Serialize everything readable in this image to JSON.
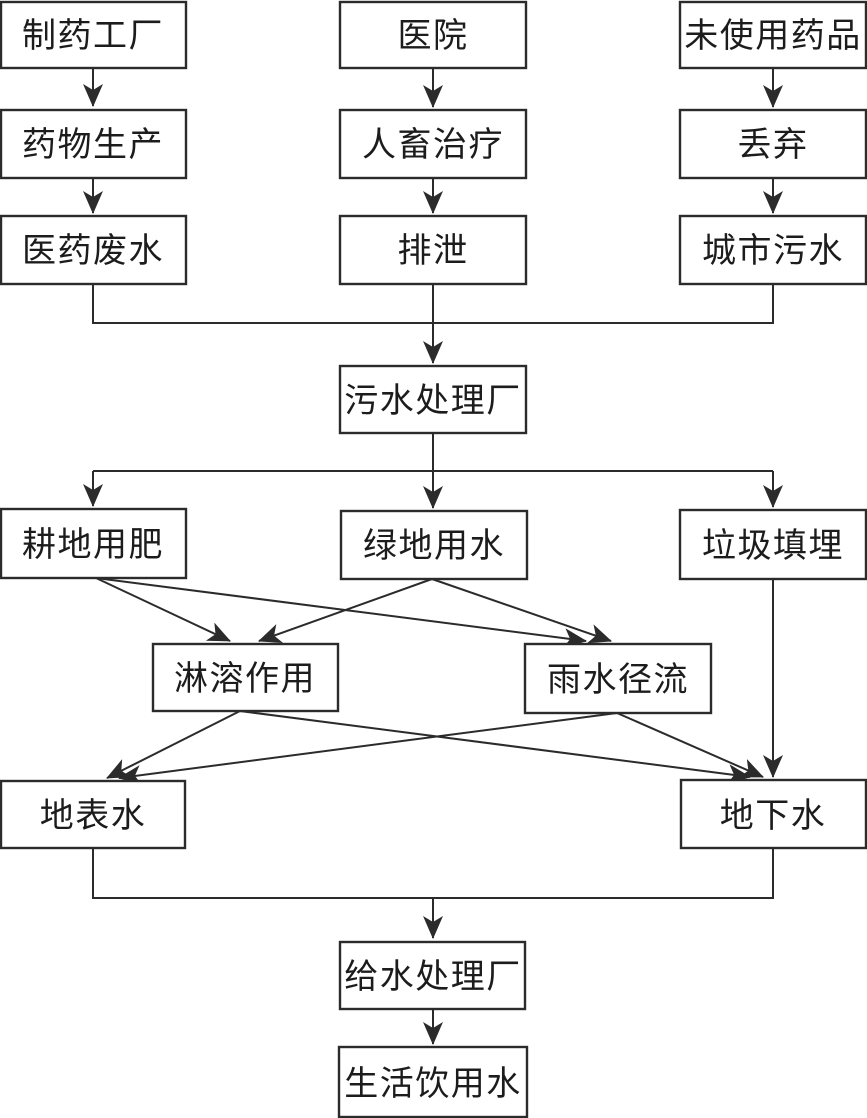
{
  "diagram": {
    "description": "Flowchart of pharmaceutical pollutants entering drinking water",
    "colors": {
      "background": "#ffffff",
      "box_fill": "#ffffff",
      "box_border": "#2b2b2b",
      "line": "#2b2b2b",
      "text": "#1c1c1c"
    },
    "nodes": [
      {
        "id": "pharma-factory",
        "label": "制药工厂"
      },
      {
        "id": "hospital",
        "label": "医院"
      },
      {
        "id": "unused-drugs",
        "label": "未使用药品"
      },
      {
        "id": "drug-production",
        "label": "药物生产"
      },
      {
        "id": "human-animal-treatment",
        "label": "人畜治疗"
      },
      {
        "id": "discard",
        "label": "丢弃"
      },
      {
        "id": "medical-wastewater",
        "label": "医药废水"
      },
      {
        "id": "excretion",
        "label": "排泄"
      },
      {
        "id": "urban-sewage",
        "label": "城市污水"
      },
      {
        "id": "sewage-treatment-plant",
        "label": "污水处理厂"
      },
      {
        "id": "farmland-fertilizer",
        "label": "耕地用肥"
      },
      {
        "id": "greenspace-irrigation",
        "label": "绿地用水"
      },
      {
        "id": "landfill",
        "label": "垃圾填埋"
      },
      {
        "id": "leaching",
        "label": "淋溶作用"
      },
      {
        "id": "rainwater-runoff",
        "label": "雨水径流"
      },
      {
        "id": "surface-water",
        "label": "地表水"
      },
      {
        "id": "groundwater",
        "label": "地下水"
      },
      {
        "id": "water-supply-plant",
        "label": "给水处理厂"
      },
      {
        "id": "drinking-water",
        "label": "生活饮用水"
      }
    ],
    "edges": [
      {
        "from": "pharma-factory",
        "to": "drug-production"
      },
      {
        "from": "drug-production",
        "to": "medical-wastewater"
      },
      {
        "from": "hospital",
        "to": "human-animal-treatment"
      },
      {
        "from": "human-animal-treatment",
        "to": "excretion"
      },
      {
        "from": "unused-drugs",
        "to": "discard"
      },
      {
        "from": "discard",
        "to": "urban-sewage"
      },
      {
        "from": "medical-wastewater",
        "to": "sewage-treatment-plant"
      },
      {
        "from": "excretion",
        "to": "sewage-treatment-plant"
      },
      {
        "from": "urban-sewage",
        "to": "sewage-treatment-plant"
      },
      {
        "from": "sewage-treatment-plant",
        "to": "farmland-fertilizer"
      },
      {
        "from": "sewage-treatment-plant",
        "to": "greenspace-irrigation"
      },
      {
        "from": "sewage-treatment-plant",
        "to": "landfill"
      },
      {
        "from": "farmland-fertilizer",
        "to": "leaching"
      },
      {
        "from": "farmland-fertilizer",
        "to": "rainwater-runoff"
      },
      {
        "from": "greenspace-irrigation",
        "to": "leaching"
      },
      {
        "from": "greenspace-irrigation",
        "to": "rainwater-runoff"
      },
      {
        "from": "landfill",
        "to": "groundwater"
      },
      {
        "from": "leaching",
        "to": "surface-water"
      },
      {
        "from": "leaching",
        "to": "groundwater"
      },
      {
        "from": "rainwater-runoff",
        "to": "surface-water"
      },
      {
        "from": "rainwater-runoff",
        "to": "groundwater"
      },
      {
        "from": "surface-water",
        "to": "water-supply-plant"
      },
      {
        "from": "groundwater",
        "to": "water-supply-plant"
      },
      {
        "from": "water-supply-plant",
        "to": "drinking-water"
      }
    ]
  }
}
